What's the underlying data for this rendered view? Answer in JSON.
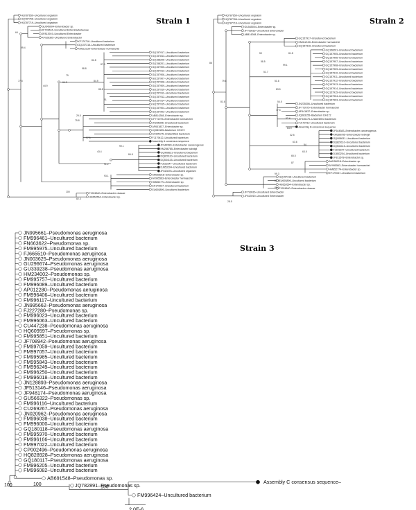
{
  "strain1": {
    "title": "Strain 1",
    "taxa": [
      "HQ787650–Uncultured organism",
      "HQ787766–Uncultured organism",
      "HQ787719–Uncultured organism",
      "GU545004–Enterobacter sp.",
      "JF793616–Uncultured Enterobacteriaceae",
      "JF813919–Uncultured Enterobacter",
      "KF926305–Uncultured Enterobacter",
      "KF179716–Uncultured bacterium",
      "GQ157316–Uncultured bacterium",
      "KM312130–Enterobacter hormaechei",
      "GQ157917–Uncultured bacterium",
      "GQ157813–Uncultured bacterium",
      "GQ158206–Uncultured bacterium",
      "GQ158201–Uncultured bacterium",
      "GQ157905–Uncultured bacterium",
      "GQ157913–Uncultured bacterium",
      "GQ157906–Uncultured bacterium",
      "GQ157907–Uncultured bacterium",
      "GQ157908–Uncultured bacterium",
      "GQ157909–Uncultured bacterium",
      "GQ157910–Uncultured bacterium",
      "GQ157911–Uncultured bacterium",
      "GQ157912–Uncultured bacterium",
      "GQ157914–Uncultured bacterium",
      "GQ157915–Uncultured bacterium",
      "GQ157904–Uncultured bacterium",
      "GQ157903–Uncultured bacterium",
      "AB814268–Enterobacter sp.",
      "JF772075–Enterobacter hormaechei",
      "JN235306–Uncultured bacterium",
      "AF641837–Enterobacter sp.",
      "JQ083155–Bacterium DH172",
      "AY345175–Unidentified bacterium",
      "FJ179412–Uncultured bacterium",
      "Assembly A consensus sequence",
      "JF644583–Enterobacter cancerogenus",
      "KM286785–Enterobacter ludwigii",
      "GQ908631–Uncultured bacterium",
      "DQ829110–Uncultured bacterium",
      "DQ534115–Uncultured bacterium",
      "FJ223347–Uncultured bacterium",
      "DJ853204–Uncultured bacterium",
      "JF813678–Uncultured organism",
      "AM156218–Enterobacter sp.",
      "AY995563–Enterobacter hormaechei",
      "HM852774–Enterobacter sp.",
      "EF179037–Uncultured bacterium",
      "EU693899–Uncultured bacterium",
      "FJ924840–Enterobacter cloacae",
      "HE662664–Enterobacter sp."
    ],
    "bootstrap": [
      "64",
      "99.4",
      "77.5",
      "44.9",
      "64.9",
      "79",
      "98.8",
      "82.8",
      "84.9",
      "87.9",
      "88.8",
      "91",
      "43.4",
      "29.5",
      "75.8",
      "97.5",
      "99.1",
      "84.8",
      "91.2",
      "93.1",
      "82.3",
      "100"
    ]
  },
  "strain2": {
    "title": "Strain 2",
    "taxa": [
      "HQ787650–Uncultured organism",
      "HQ787766–Uncultured organism",
      "HQ787719–Uncultured organism",
      "GU545004–Enterobacter sp.",
      "JF793616–Uncultured Enterobacter",
      "AB814268–Enterobacter sp.",
      "GQ157917–Uncultured bacterium",
      "KM312130–Enterobacter hormaechei",
      "GQ157316–Uncultured bacterium",
      "GQ158201–Uncultured bacterium",
      "GQ157905–Uncultured bacterium",
      "GQ157906–Uncultured bacterium",
      "GQ157907–Uncultured bacterium",
      "GQ157908–Uncultured bacterium",
      "GQ157909–Uncultured bacterium",
      "GQ157910–Uncultured bacterium",
      "GQ157911–Uncultured bacterium",
      "GQ157912–Uncultured bacterium",
      "GQ157913–Uncultured bacterium",
      "GQ157914–Uncultured bacterium",
      "GQ157915–Uncultured bacterium",
      "GQ157904–Uncultured bacterium",
      "GQ157903–Uncultured bacterium",
      "JN235306–Uncultured bacterium",
      "JF772075–Enterobacter hormaechei",
      "AF641837–Enterobacter sp.",
      "JQ083155–Bacterium DH172",
      "AY345175–Unidentified bacterium",
      "FJ179412–Uncultured bacterium",
      "Assembly B consensus sequence",
      "JF644583–Enterobacter cancerogenus",
      "KM286785–Enterobacter ludwigii",
      "GQ908631–Uncultured bacterium",
      "DQ829110–Uncultured bacterium",
      "DQ534115–Uncultured bacterium",
      "FJ223347–Uncultured bacterium",
      "DJ853204–Uncultured bacterium",
      "JF813678–Enterobacter sp.",
      "AM156218–Enterobacter sp.",
      "AY995563–Enterobacter hormaechei",
      "HM852774–Enterobacter sp.",
      "EF179037–Uncultured bacterium",
      "GQ157318–Uncultured bacterium",
      "EU693899–Uncultured bacterium",
      "HE662664–Enterobacter sp.",
      "FJ924840–Enterobacter cloacae",
      "JF793616–Uncultured Enterobacter",
      "JF813919–Uncultured Enterobacter"
    ],
    "bootstrap": [
      "86",
      "79.6",
      "81.6",
      "59",
      "58.5",
      "51.7",
      "51.6",
      "83.5",
      "81.8",
      "99.1",
      "54.5",
      "77.5",
      "52.4",
      "64.9",
      "32.5",
      "63.6",
      "94",
      "63.5",
      "65.5",
      "87",
      "99.3",
      "81.9",
      "89.2",
      "28.5"
    ]
  },
  "strain3": {
    "title": "Strain 3",
    "taxa": [
      "JN995661–Pseudomonas aeruginosa",
      "FM996461–Uncultured bacterium",
      "FN663622–Pseudomonas sp.",
      "FM995975–Uncultured bacterium",
      "FJ665510–Pseudomonas aeruginosa",
      "JN003625–Pseudomonas aeruginosa",
      "GU296674–Pseudomonas aeruginosa",
      "GU339238–Pseudomonas aeruginosa",
      "HM234002–Pseudomonas sp.",
      "FM995757–Uncultured bacterium",
      "FM996089–Uncultured bacterium",
      "AP012280–Pseudomonas aeruginosa",
      "FM996406–Uncultured bacterium",
      "FM996117–Uncultured bacterium",
      "JN995662–Pseudomonas aeruginosa",
      "FJ227280–Pseudomonas sp.",
      "FM996023–Uncultured bacterium",
      "FM996063–Uncultured bacterium",
      "CU447238–Pseudomonas aeruginosa",
      "HQ609597–Pseudomonas sp.",
      "FM995851–Uncultured bacterium",
      "JF708942–Pseudomonas aeruginosa",
      "FM997059–Uncultured bacterium",
      "FM997057–Uncultured bacterium",
      "FM995985–Uncultured bacterium",
      "FM995843–Uncultured bacterium",
      "FM996249–Uncultured bacterium",
      "FM996250–Uncultured bacterium",
      "FM996018–Uncultured bacterium",
      "JN128893–Pseudomonas aeruginosa",
      "JF513146–Pseudomonas aeruginosa",
      "JF948174–Pseudomonas aeruginosa",
      "GU566322–Pseudomonas sp.",
      "FM996116–Uncultured bacterium",
      "CU269267–Pseudomonas aeruginosa",
      "JN020962–Pseudomonas aeruginosa",
      "FM996038–Uncultured bacterium",
      "FM996000–Uncultured bacterium",
      "GQ180118–Pseudomonas aeruginosa",
      "FM995970–Uncultured bacterium",
      "FM996166–Uncultured bacterium",
      "FM997022–Uncultured bacterium",
      "CP002496–Pseudomonas aeruginosa",
      "HQ828928–Pseudomonas aeruginosa",
      "GQ180117–Pseudomonas aeruginosa",
      "FM996205–Uncultured bacterium",
      "FM996082–Uncultured bacterium"
    ],
    "outgroup": {
      "ab": "AB691548–Pseudomonas sp.",
      "jq": "JQ782891–Pseudomonas sp.",
      "fm": "FM996424–Uncultured bacterium",
      "consensus": "Assembly C consensus sequence–"
    },
    "bootstrap": [
      "100",
      "100",
      "100"
    ],
    "scale_label": "2.0E-6"
  }
}
